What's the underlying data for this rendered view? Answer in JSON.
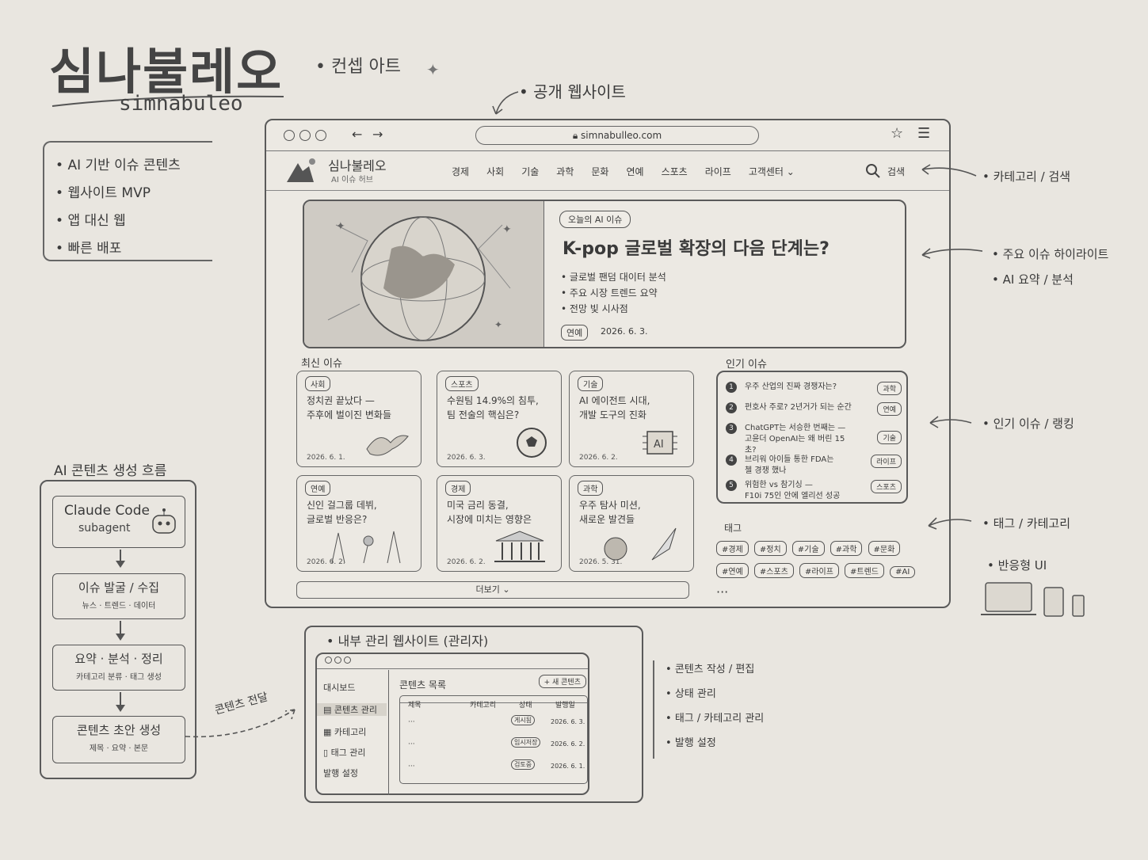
{
  "title": "심나불레오",
  "romanized": "simnabuleo",
  "concept_label": "컨셉 아트",
  "public_site_label": "공개 웹사이트",
  "features": [
    "AI 기반 이슈 콘텐츠",
    "웹사이트 MVP",
    "앱 대신 웹",
    "빠른 배포"
  ],
  "browser": {
    "url": "simnabulleo.com",
    "site_name": "심나불레오",
    "site_sub": "AI 이슈 허브",
    "nav": [
      "경제",
      "사회",
      "기술",
      "과학",
      "문화",
      "연예",
      "스포츠",
      "라이프",
      "고객센터"
    ],
    "search": "검색",
    "hero": {
      "badge": "오늘의 AI 이슈",
      "title": "K-pop 글로벌 확장의 다음 단계는?",
      "bullets": [
        "글로벌 팬덤 대이터 분석",
        "주요 시장 트렌드 요약",
        "전망 빛 시사점"
      ],
      "tag": "연예",
      "date": "2026. 6. 3."
    },
    "latest_label": "최신 이슈",
    "cards": [
      {
        "tag": "사회",
        "title": "정치권 끝났다 —\n주후에 벌이진 변화들",
        "date": "2026. 6. 1."
      },
      {
        "tag": "스포츠",
        "title": "수원팀 14.9%의 침투,\n팀 전술의 핵심은?",
        "date": "2026. 6. 3."
      },
      {
        "tag": "기술",
        "title": "AI 에이전트 시대,\n개발 도구의 진화",
        "date": "2026. 6. 2."
      },
      {
        "tag": "연예",
        "title": "신인 걸그룹 데뷔,\n글로벌 반응은?",
        "date": "2026. 6. 2."
      },
      {
        "tag": "경제",
        "title": "미국 금리 동결,\n시장에 미치는 영향은",
        "date": "2026. 6. 2."
      },
      {
        "tag": "과학",
        "title": "우주 탐사 미션,\n새로운 발견들",
        "date": "2026. 5. 31."
      }
    ],
    "more": "더보기",
    "popular_label": "인기 이슈",
    "popular": [
      {
        "n": "1",
        "title": "우주 산업의 진짜 경쟁자는?",
        "tag": "과학"
      },
      {
        "n": "2",
        "title": "펀호사 주로? 2년거가 되는 순간",
        "tag": "연예"
      },
      {
        "n": "3",
        "title": "ChatGPT는 서승한 번째는 —\n고윤더 OpenAI는 왜 버린 15초?",
        "tag": "기술"
      },
      {
        "n": "4",
        "title": "브리워 아이들 통한 FDA는\n첼 경쟁 했나",
        "tag": "라이프"
      },
      {
        "n": "5",
        "title": "위험한 vs 참기싱 —\nF10i 75인 안에 엘리선 성공",
        "tag": "스포츠"
      }
    ],
    "tags_label": "태그",
    "tags": [
      "#경제",
      "#정치",
      "#기술",
      "#과학",
      "#문화",
      "#연예",
      "#스포츠",
      "#라이프",
      "#트렌드",
      "#AI"
    ],
    "tags_more": "···"
  },
  "annotations": {
    "category_search": "카테고리 / 검색",
    "highlight": "주요 이슈 하이라이트",
    "ai_summary": "AI 요약 / 분석",
    "ranking": "인기 이슈 / 랭킹",
    "tag_category": "태그 / 카테고리",
    "responsive": "반응형 UI"
  },
  "flow": {
    "label": "AI 콘텐츠 생성 흐름",
    "steps": [
      {
        "main": "Claude Code",
        "sub": "subagent"
      },
      {
        "main": "이슈 발굴 / 수집",
        "sub": "뉴스 · 트렌드 · 데이터"
      },
      {
        "main": "요약 · 분석 · 정리",
        "sub": "카테고리 분류 · 태그 생성"
      },
      {
        "main": "콘텐츠 초안 생성",
        "sub": "제목 · 요약 · 본문"
      }
    ],
    "deliver": "콘텐츠 전달"
  },
  "admin": {
    "label": "내부 관리 웹사이트 (관리자)",
    "sidebar": [
      "대시보드",
      "콘텐츠 관리",
      "카테고리",
      "태그 관리",
      "발행 설정"
    ],
    "list_title": "콘텐츠 목록",
    "new_button": "+ 새 콘텐츠",
    "columns": [
      "제목",
      "카테고리",
      "상태",
      "발행일"
    ],
    "rows": [
      {
        "title": "···",
        "status": "게시됨",
        "date": "2026. 6. 3."
      },
      {
        "title": "···",
        "status": "임시저장",
        "date": "2026. 6. 2."
      },
      {
        "title": "···",
        "status": "검토중",
        "date": "2026. 6. 1."
      }
    ],
    "features": [
      "콘텐츠 작성 / 편집",
      "상태 관리",
      "태그 / 카테고리 관리",
      "발행 설정"
    ]
  }
}
